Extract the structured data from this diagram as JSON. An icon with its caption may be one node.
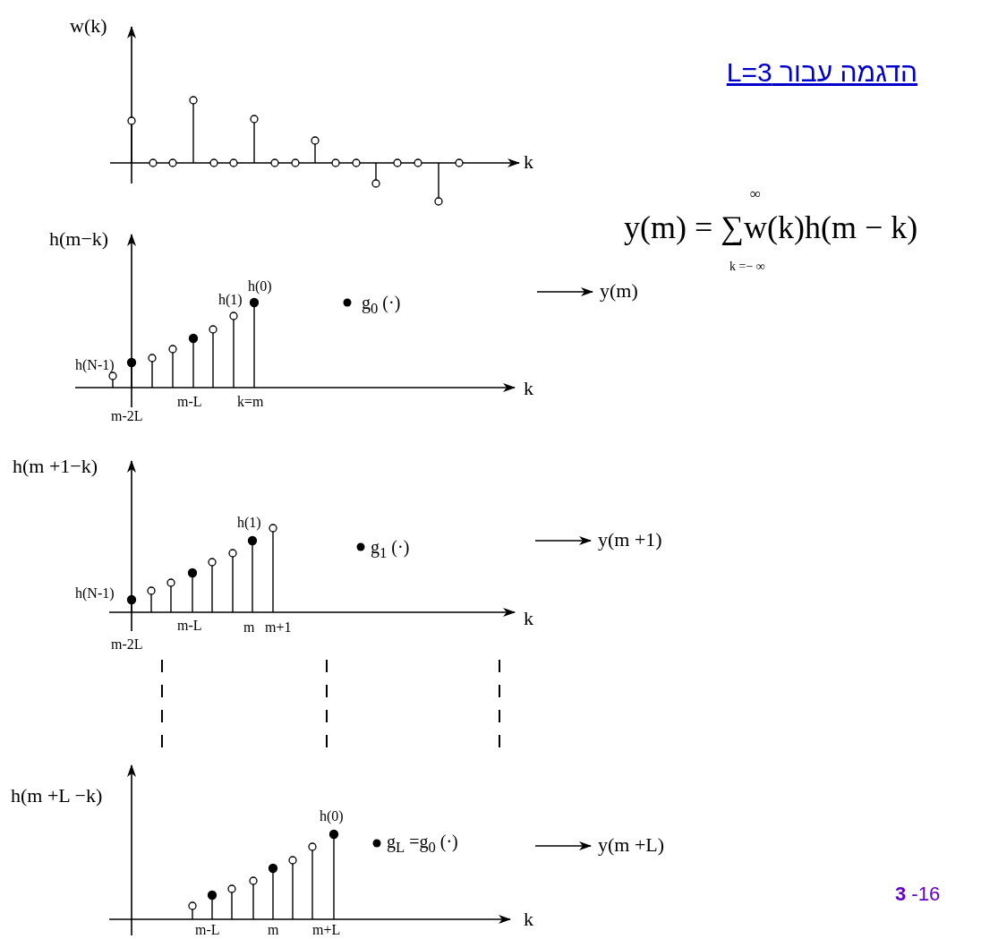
{
  "diagram": {
    "title": "הדגמה עבור L=3",
    "nodes": [
      {
        "text": [
          "y(m)"
        ]
      },
      {
        "text": [
          "y(m +1)"
        ]
      },
      {
        "text": [
          "y(m +L)"
        ]
      }
    ],
    "edges": [
      {
        "from": null,
        "to": 0,
        "arrow": "to"
      },
      {
        "from": null,
        "to": 1,
        "arrow": "to"
      },
      {
        "from": null,
        "to": 2,
        "arrow": "to"
      }
    ],
    "labels": [
      "w(k)",
      "k",
      "∞",
      "y(m) = ∑w(k)h(m − k)",
      "h(m−k)",
      "k =− ∞",
      "h(0)",
      "h(1)",
      "g$_{0}$ (·)",
      "h(N-1)",
      "k",
      "m-L",
      "k=m",
      "m-2L",
      "h(m +1−k)",
      "h(1)",
      "g$_{1}$ (·)",
      "h(N-1)",
      "k",
      "m-L",
      "m",
      "m+1",
      "m-2L",
      "h(m +L −k)",
      "h(0)",
      "g$_{L}$ =g$_{0}$ (·)",
      "k",
      "m-L",
      "m",
      "m+L",
      "**3** -16"
    ]
  }
}
